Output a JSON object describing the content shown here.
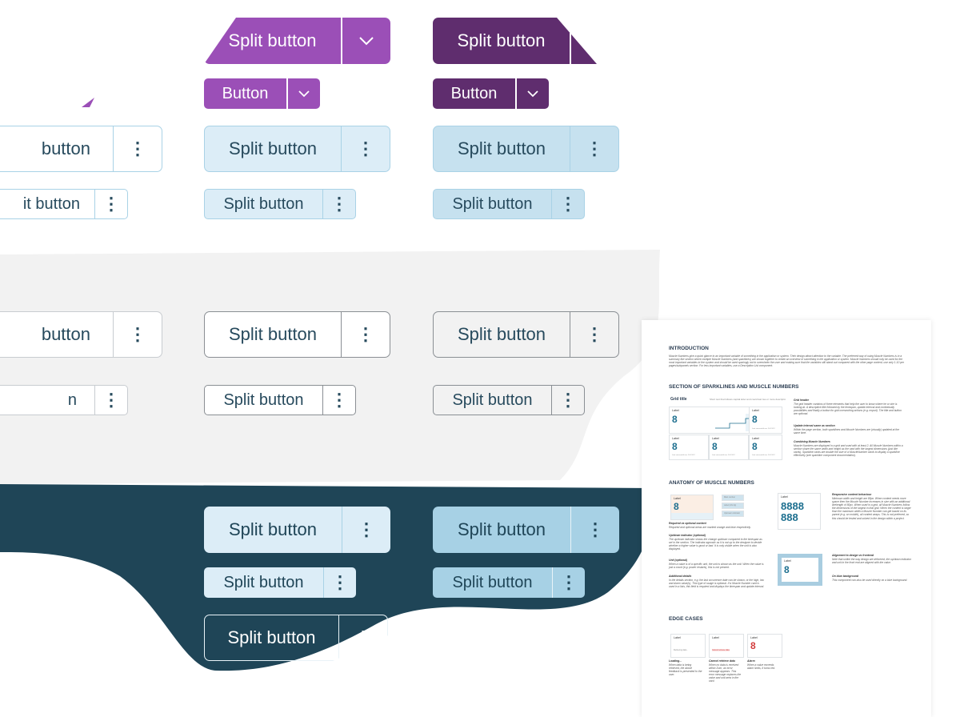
{
  "split_label": "Split button",
  "split_label_partial": "button",
  "split_label_partial2": "it button",
  "split_label_partial3": "n",
  "button_label": "Button",
  "icons": {
    "chevron": "chevron-down-icon",
    "kebab": "more-vertical-icon"
  },
  "colors": {
    "purple": "#9b4fb7",
    "dark_purple": "#5f2d6e",
    "light_blue": "#dcedf7",
    "medium_blue": "#c6e1ef",
    "navy": "#1f4557",
    "grey_panel": "#f2f2f2"
  },
  "doc": {
    "intro": {
      "heading": "INTRODUCTION",
      "body": "Muscle Numbers give a quick glance to an important variable of something in the application or system. Their design attract attention to the variable. The preferred way of using Muscle Numbers is in a summary like section where multiple Muscle Numbers (and sparklines) are shown together to create an overview of something in the application or system. Muscle Numbers should only be used for the most important variables in the system and should be used sparingly not to overwhelm the user and making sure that the variables still stand out compared with the other page content, use only 1-10 per pages/subpanels section. For less important variables, use a Description List component."
    },
    "sparklines": {
      "heading": "SECTION OF SPARKLINES AND MUSCLE NUMBERS",
      "grid_title": "Grid title",
      "grid_subtitle": "Short text that follows capital letter and could last two or more descriptions",
      "card_label": "Label",
      "card_value": "8",
      "card_caption": "Last successful run: 10-13:12",
      "notes": [
        {
          "title": "Grid header",
          "text": "The grid header contains of three elements that help the user to know where he or she is looking at. A descriptive title followed by the timespan, update interval and contextually possibilities and finally a button for grid overarching actions (e.g. export). The title and button are optional."
        },
        {
          "title": "Update interval same as section",
          "text": "Within the page section, both sparklines and Muscle Numbers are (visually) updated at the same time."
        },
        {
          "title": "Combining Muscle Numbers",
          "text": "Muscle Numbers are displayed in a grid and used with at least 2. All Muscle Numbers within a section share the same width and height as the card with the largest dimensions (just like cards). Sparkline cards are double the size of a MuscleNumber cards to display a sparkline effectively (see sparkline component documentation)."
        }
      ]
    },
    "anatomy": {
      "heading": "ANATOMY OF MUSCLE NUMBERS",
      "label": "Label",
      "value": "8",
      "big_values": [
        "8888",
        "888"
      ],
      "tags": [
        "Main number",
        "Label (info tip)",
        "Upstream indicator"
      ],
      "notes_left": [
        {
          "title": "Required vs optional content",
          "text": "Required and optional areas are marked orange and blue respectively."
        },
        {
          "title": "Up/down indicator (optional)",
          "text": "The up/down indicator shows the change up/down compared to the timespan as set in the section. The indicator agnostic as it is not up to the designer to decide whether a higher value is good or bad. It is only visible when the unit is also displayed."
        },
        {
          "title": "Unit (optional)",
          "text": "When a value is of a specific unit, the unit is shown as the unit. When the value is just a count (e.g. power restarts), this is not present."
        },
        {
          "title": "Additional details",
          "text": "In the details section, e.g. the last occurrence date can be shown, or the high, low and alarm value(s). This type of usage is optional. If a Muscle Number card is used in a lists, this field is required and displays the timespan and update interval."
        }
      ],
      "notes_right": [
        {
          "title": "Responsive content behaviour",
          "text": "Minimum width and height are 88px. When content needs more space then the Muscle Number increases in size with an additional linelength of 80px. When used in a grid, all Muscle Numbers follow the dimensions of the largest in that grid. When the content is larger than the maximum width a Muscle Number can get based on its parent (e.g. on mobile), all content wraps. This is not preferred, so this should be tested and solved in the design within a project."
        },
        {
          "title": "Alignment to design vs frontend",
          "text": "Note that unlike the way design are delivered, the up/down indicator and unit in the front end are aligned with the value."
        },
        {
          "title": "On blue background",
          "text": "This component can also be used directly on a blue background."
        }
      ]
    },
    "edge": {
      "heading": "EDGE CASES",
      "label": "Label",
      "value": "8",
      "retrieving": "Retrieving data...",
      "error": "Cannot retrieve data",
      "notes": [
        {
          "title": "Loading...",
          "text": "When data is being retrieved, the above feedback is presented to the user."
        },
        {
          "title": "Cannot retrieve data",
          "text": "When no data is received within 2sec, an error message appears. This error message replaces the value and unit area in the card."
        },
        {
          "title": "Alarm",
          "text": "When a value exceeds alarm limits, it turns red."
        }
      ]
    }
  }
}
